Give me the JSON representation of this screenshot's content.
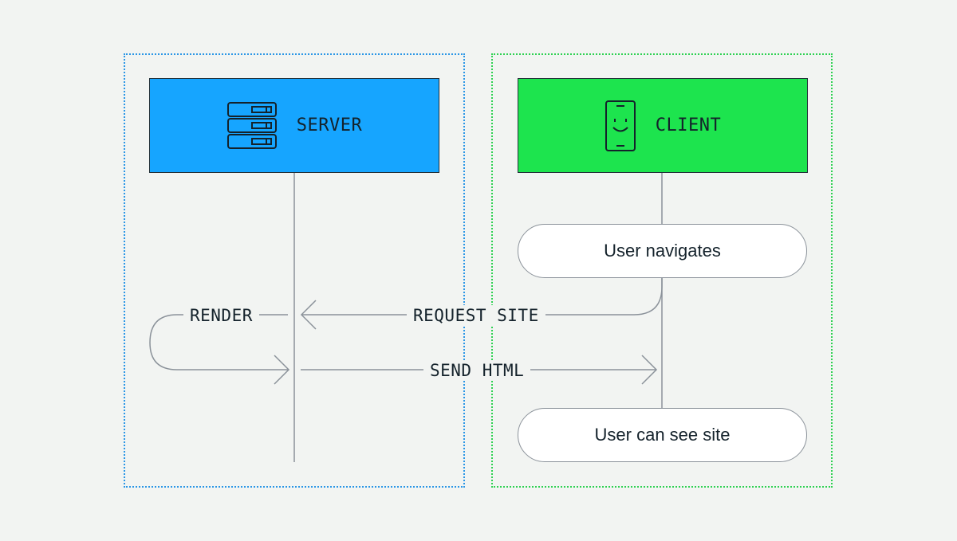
{
  "colors": {
    "server_fill": "#16a5ff",
    "server_frame": "#2a96e6",
    "client_fill": "#1de44e",
    "client_frame": "#2ed152",
    "line": "#8b929a"
  },
  "server": {
    "label": "SERVER",
    "icon": "server-rack-icon"
  },
  "client": {
    "label": "CLIENT",
    "icon": "smartphone-smile-icon"
  },
  "steps": {
    "user_navigates": "User navigates",
    "user_can_see_site": "User can see site"
  },
  "flows": {
    "render": "RENDER",
    "request_site": "REQUEST SITE",
    "send_html": "SEND HTML"
  }
}
